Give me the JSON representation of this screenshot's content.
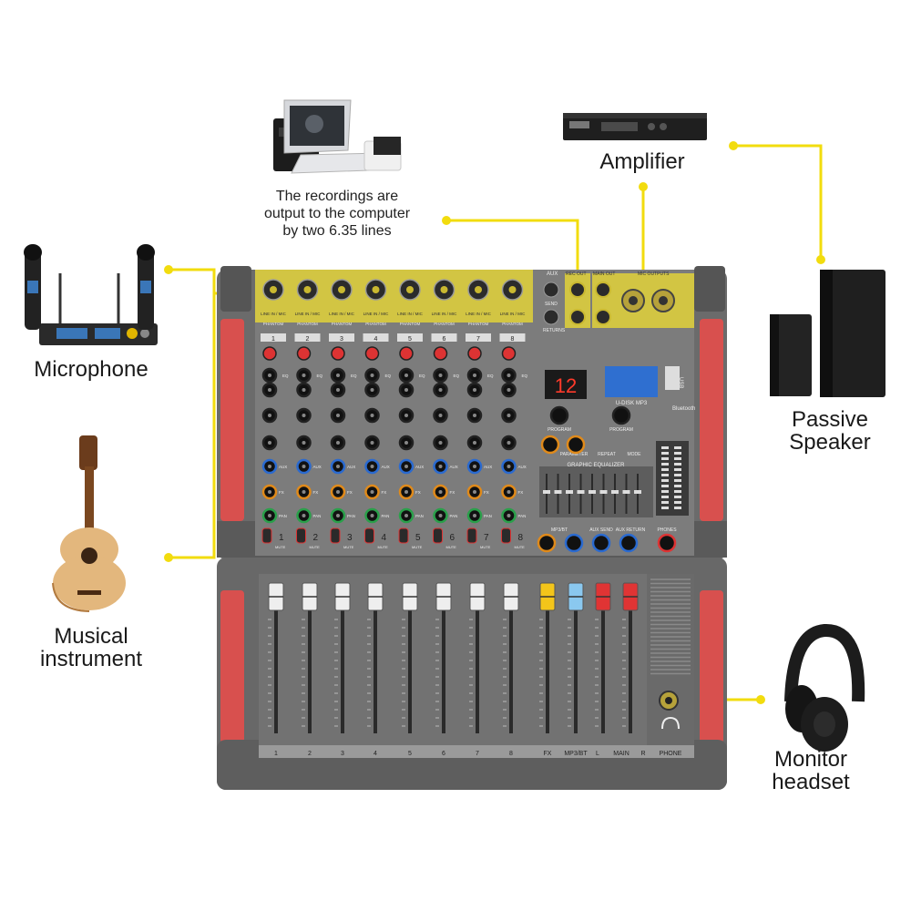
{
  "labels": {
    "microphone": "Microphone",
    "instrument_line1": "Musical",
    "instrument_line2": "instrument",
    "amplifier": "Amplifier",
    "speaker_line1": "Passive",
    "speaker_line2": "Speaker",
    "headset_line1": "Monitor",
    "headset_line2": "headset",
    "recording_line1": "The recordings are",
    "recording_line2": "output to the computer",
    "recording_line3": "by two 6.35 lines"
  },
  "mixer": {
    "channel_numbers": [
      "1",
      "2",
      "3",
      "4",
      "5",
      "6",
      "7",
      "8"
    ],
    "fader_labels": [
      "1",
      "2",
      "3",
      "4",
      "5",
      "6",
      "7",
      "8",
      "FX",
      "MP3/BT",
      "L",
      "MAIN",
      "R",
      "PHONE"
    ],
    "input_label": "LINE IN / MIC",
    "phantom_label": "PHANTOM",
    "eq_label": "EQ",
    "aux_label": "AUX",
    "fx_label": "FX",
    "pan_label": "PAN",
    "mute_label": "MUTE",
    "aux_send": "AUX SEND",
    "aux_return": "AUX RETURN",
    "phones": "PHONES",
    "rec_out": "REC OUT",
    "main_out": "MAIN OUT",
    "mic_outputs": "MIC OUTPUTS",
    "returns": "RETURNS",
    "send": "SEND",
    "display_value": "12",
    "usb_label": "U-DISK MP3",
    "usb": "USB",
    "bluetooth": "Bluetooth",
    "graphic_eq": "GRAPHIC EQUALIZER",
    "program": "PROGRAM",
    "parameter": "PARAMETER",
    "repeat": "REPEAT",
    "mode": "MODE",
    "mp3_bt": "MP3/BT"
  },
  "colors": {
    "connector_line": "#f2dc0e",
    "highlight": "#e2d23a",
    "mixer_body": "#6e6e6e",
    "side_panel": "#d8504e"
  },
  "icons": [
    "headphone-icon",
    "bluetooth-icon"
  ]
}
